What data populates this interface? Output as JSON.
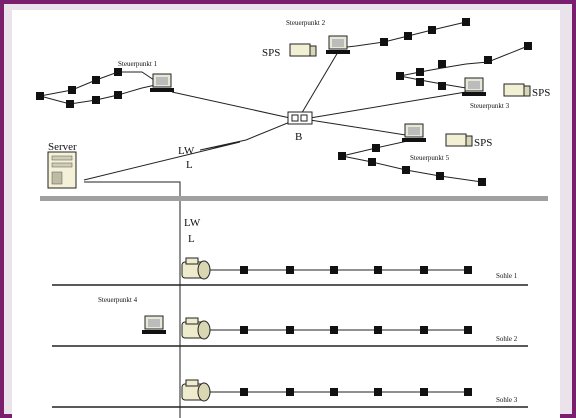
{
  "nodes": {
    "steuerpunkt_1": "Steuerpunkt 1",
    "steuerpunkt_2": "Steuerpunkt 2",
    "steuerpunkt_3": "Steuerpunkt 3",
    "steuerpunkt_4": "Steuerpunkt 4",
    "steuerpunkt_5": "Steuerpunkt 5",
    "sps": "SPS",
    "server": "Server",
    "bridge": "B",
    "lw": "LW",
    "l": "L"
  },
  "lines": {
    "sohle_1": "Sohle 1",
    "sohle_2": "Sohle 2",
    "sohle_3": "Sohle 3"
  },
  "colors": {
    "frame": "#7a1f6d",
    "backbone": "#a0a0a0"
  }
}
